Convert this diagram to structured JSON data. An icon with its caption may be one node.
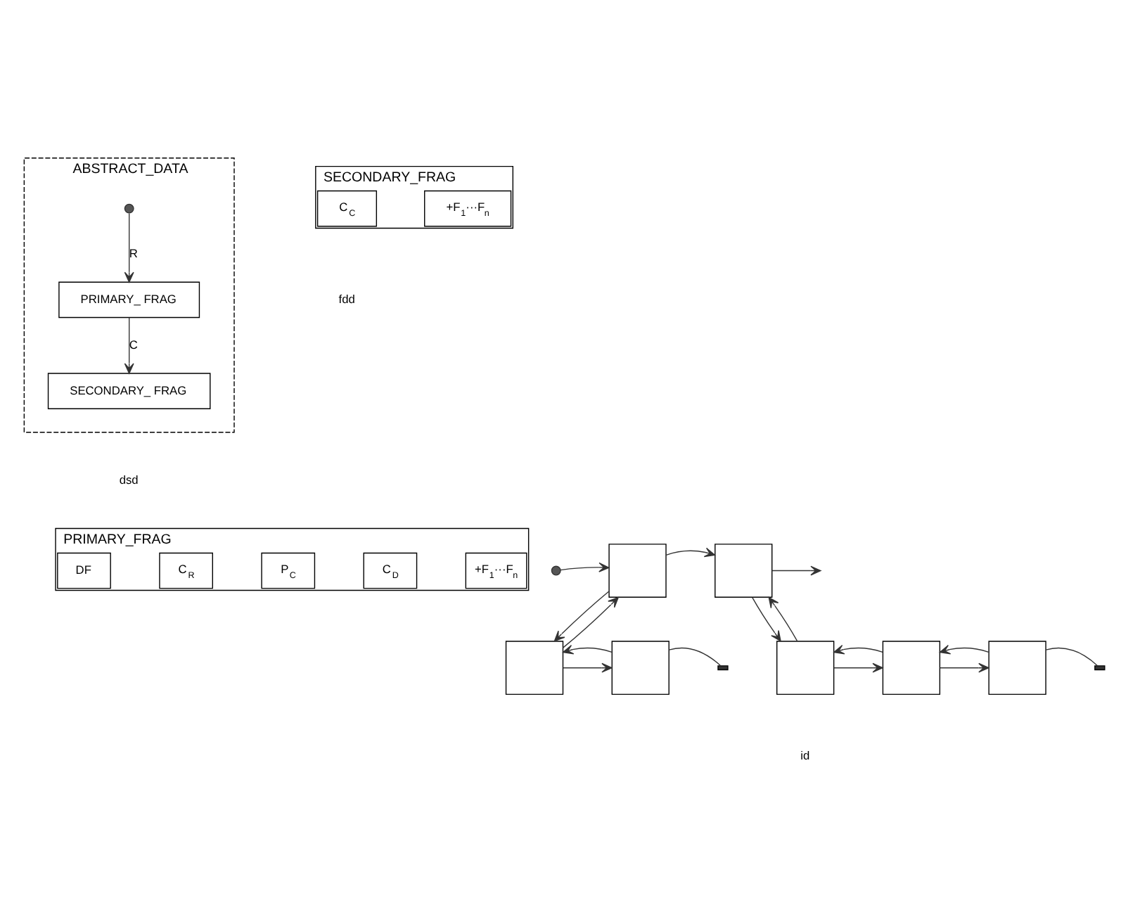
{
  "diagram": {
    "nodes": [
      {
        "text": [
          "ABSTRACT_DATA"
        ]
      },
      {
        "text": [
          "PRIMARY_ FRAG"
        ],
        "in": 0
      },
      {
        "text": [
          "SECONDARY_ FRAG"
        ],
        "in": 0
      },
      {
        "text": [],
        "shape": "circle",
        "in": 0
      },
      {
        "text": [
          "PRIMARY_FRAG"
        ]
      },
      {
        "text": [
          "DF"
        ],
        "in": 4
      },
      {
        "text": [
          "C$_{R}$"
        ],
        "in": 4
      },
      {
        "text": [
          "P$_{C}$"
        ],
        "in": 4
      },
      {
        "text": [
          "C$_{D}$"
        ],
        "in": 4
      },
      {
        "text": [
          "+F$_{1}$···F$_{n}$"
        ],
        "in": 4
      },
      {
        "text": [
          "SECONDARY_FRAG"
        ]
      },
      {
        "text": [
          "C$_{C}$"
        ],
        "in": 10
      },
      {
        "text": [
          "+F$_{1}$···F$_{n}$"
        ],
        "in": 10
      },
      {
        "text": [],
        "shape": "circle"
      },
      {
        "text": [],
        "shape": "box"
      },
      {
        "text": [],
        "shape": "box"
      },
      {
        "text": [],
        "shape": "box"
      },
      {
        "text": [],
        "shape": "box"
      },
      {
        "text": [],
        "shape": "box"
      },
      {
        "text": [],
        "shape": "box"
      },
      {
        "text": [],
        "shape": "box"
      },
      {
        "text": [],
        "shape": "ground"
      },
      {
        "text": [],
        "shape": "ground"
      }
    ],
    "edges": [
      {
        "from": 3,
        "to": 1,
        "arrow": "to",
        "label": "R"
      },
      {
        "from": 1,
        "to": 2,
        "arrow": "to",
        "label": "C"
      },
      {
        "from": 13,
        "to": 14,
        "arrow": "to"
      },
      {
        "from": 14,
        "to": 15,
        "arrow": "to"
      },
      {
        "from": 15,
        "to": null,
        "arrow": "to"
      },
      {
        "from": 14,
        "to": 16,
        "arrow": "to"
      },
      {
        "from": 16,
        "to": 14,
        "arrow": "to"
      },
      {
        "from": 16,
        "to": 17,
        "arrow": "to"
      },
      {
        "from": 17,
        "to": 16,
        "arrow": "to"
      },
      {
        "from": 17,
        "to": 21,
        "arrow": "none"
      },
      {
        "from": 15,
        "to": 18,
        "arrow": "to"
      },
      {
        "from": 18,
        "to": 15,
        "arrow": "to"
      },
      {
        "from": 18,
        "to": 19,
        "arrow": "to"
      },
      {
        "from": 19,
        "to": 18,
        "arrow": "to"
      },
      {
        "from": 19,
        "to": 20,
        "arrow": "to"
      },
      {
        "from": 20,
        "to": 19,
        "arrow": "to"
      },
      {
        "from": 20,
        "to": 22,
        "arrow": "none"
      }
    ],
    "labels": [
      "dsd",
      "fdd",
      "id"
    ]
  }
}
